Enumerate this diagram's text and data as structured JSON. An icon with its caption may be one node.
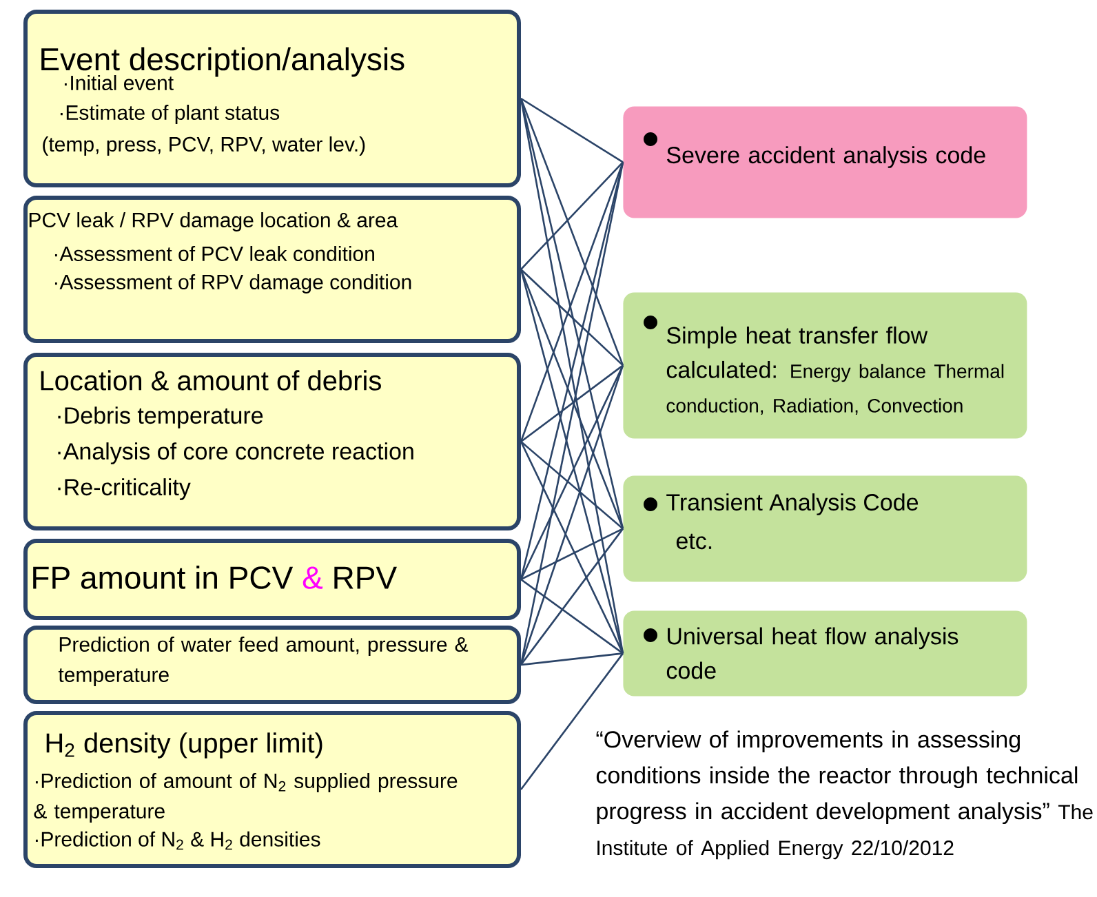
{
  "diagram": {
    "nodes": [
      {
        "text": [
          "Event description/analysis",
          "·Initial event",
          "·Estimate of plant status",
          "(temp, press, PCV, RPV, water lev.)"
        ]
      },
      {
        "text": [
          "PCV leak / RPV damage location & area",
          "·Assessment of PCV leak condition",
          "·Assessment of RPV damage condition"
        ]
      },
      {
        "text": [
          "Location & amount of debris",
          "·Debris temperature",
          "·Analysis of core concrete reaction",
          "·Re-criticality"
        ]
      },
      {
        "text": [
          "FP amount in PCV",
          "&",
          "RPV"
        ]
      },
      {
        "text": [
          "Prediction of water feed amount, pressure & temperature"
        ]
      },
      {
        "text": [
          "H$_{2}$ density (upper limit)",
          "·Prediction of amount of N$_{2}$ supplied pressure & temperature",
          "·Prediction of N$_{2}$ & H$_{2}$ densities"
        ]
      },
      {
        "text": [
          "Severe accident analysis code"
        ]
      },
      {
        "text": [
          "Simple heat transfer flow calculated:",
          "Energy balance Thermal conduction, Radiation, Convection"
        ]
      },
      {
        "text": [
          "Transient Analysis Code",
          "etc."
        ]
      },
      {
        "text": [
          "Universal heat flow analysis code"
        ]
      }
    ],
    "edges": [
      {
        "from": 0,
        "to": 6,
        "arrow": "none"
      },
      {
        "from": 0,
        "to": 7,
        "arrow": "none"
      },
      {
        "from": 0,
        "to": 8,
        "arrow": "none"
      },
      {
        "from": 0,
        "to": 9,
        "arrow": "none"
      },
      {
        "from": 1,
        "to": 6,
        "arrow": "none"
      },
      {
        "from": 1,
        "to": 7,
        "arrow": "none"
      },
      {
        "from": 1,
        "to": 8,
        "arrow": "none"
      },
      {
        "from": 1,
        "to": 9,
        "arrow": "none"
      },
      {
        "from": 2,
        "to": 6,
        "arrow": "none"
      },
      {
        "from": 2,
        "to": 7,
        "arrow": "none"
      },
      {
        "from": 2,
        "to": 8,
        "arrow": "none"
      },
      {
        "from": 2,
        "to": 9,
        "arrow": "none"
      },
      {
        "from": 3,
        "to": 6,
        "arrow": "none"
      },
      {
        "from": 3,
        "to": 7,
        "arrow": "none"
      },
      {
        "from": 3,
        "to": 8,
        "arrow": "none"
      },
      {
        "from": 3,
        "to": 9,
        "arrow": "none"
      },
      {
        "from": 4,
        "to": 6,
        "arrow": "none"
      },
      {
        "from": 4,
        "to": 7,
        "arrow": "none"
      },
      {
        "from": 4,
        "to": 8,
        "arrow": "none"
      },
      {
        "from": 4,
        "to": 9,
        "arrow": "none"
      },
      {
        "from": 5,
        "to": 9,
        "arrow": "none"
      }
    ],
    "labels": [
      "“Overview of improvements in assessing conditions inside the reactor through technical progress in accident development analysis”",
      "The Institute of Applied Energy 22/10/2012"
    ]
  }
}
